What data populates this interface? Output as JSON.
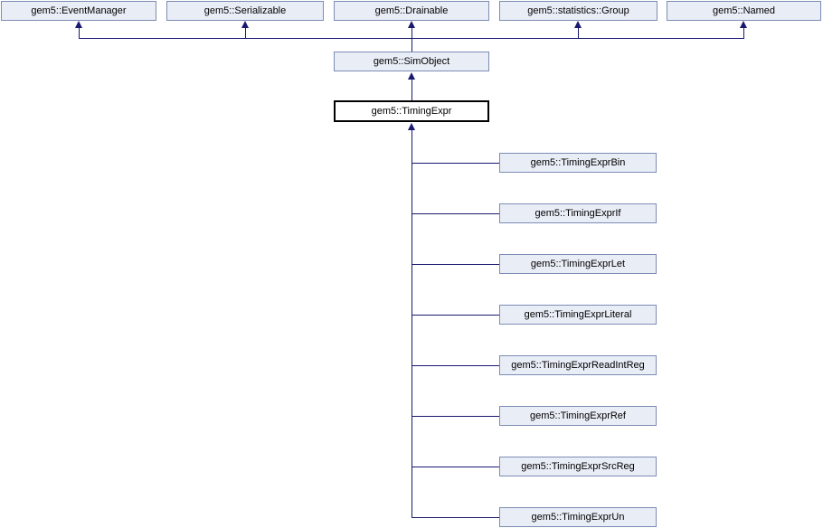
{
  "colors": {
    "node_fill": "#E9EDF6",
    "node_border": "#7D8CB4",
    "edge": "#191970",
    "selected_node_fill": "#FFFFFF",
    "selected_node_border": "#000000"
  },
  "graph": {
    "type": "class-inheritance-diagram",
    "parents": [
      {
        "label": "gem5::EventManager"
      },
      {
        "label": "gem5::Serializable"
      },
      {
        "label": "gem5::Drainable"
      },
      {
        "label": "gem5::statistics::Group"
      },
      {
        "label": "gem5::Named"
      }
    ],
    "base": {
      "label": "gem5::SimObject"
    },
    "current": {
      "label": "gem5::TimingExpr"
    },
    "children": [
      {
        "label": "gem5::TimingExprBin"
      },
      {
        "label": "gem5::TimingExprIf"
      },
      {
        "label": "gem5::TimingExprLet"
      },
      {
        "label": "gem5::TimingExprLiteral"
      },
      {
        "label": "gem5::TimingExprReadIntReg"
      },
      {
        "label": "gem5::TimingExprRef"
      },
      {
        "label": "gem5::TimingExprSrcReg"
      },
      {
        "label": "gem5::TimingExprUn"
      }
    ]
  }
}
